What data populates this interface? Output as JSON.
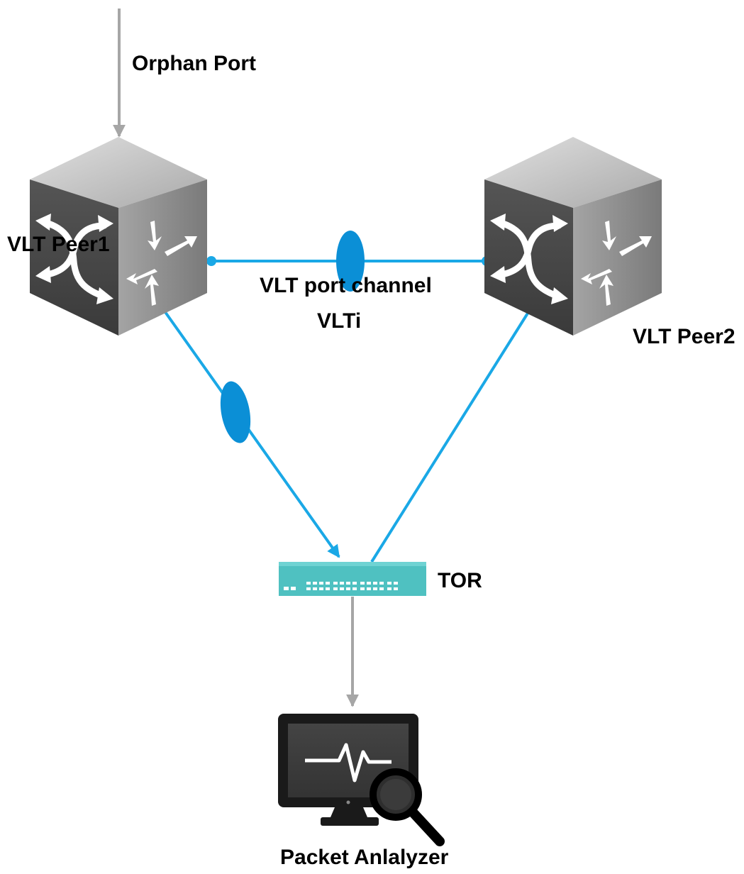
{
  "labels": {
    "orphan_port": "Orphan Port",
    "peer1": "VLT Peer1",
    "peer2": "VLT Peer2",
    "vlti": "VLTi",
    "vlt_port_channel": "VLT port channel",
    "tor": "TOR",
    "analyzer": "Packet Anlalyzer"
  },
  "colors": {
    "link_blue": "#1aa8e6",
    "channel_blue": "#0b8fd6",
    "gray_link": "#a6a6a6",
    "tor_teal": "#4fc1c1",
    "switch_top": "#c8c8c8",
    "switch_front": "#4a4a4a",
    "switch_side": "#8e8e8e"
  },
  "icons": {
    "switch": "network-switch-cube-icon",
    "tor": "top-of-rack-switch-icon",
    "analyzer": "monitor-magnifier-icon"
  }
}
